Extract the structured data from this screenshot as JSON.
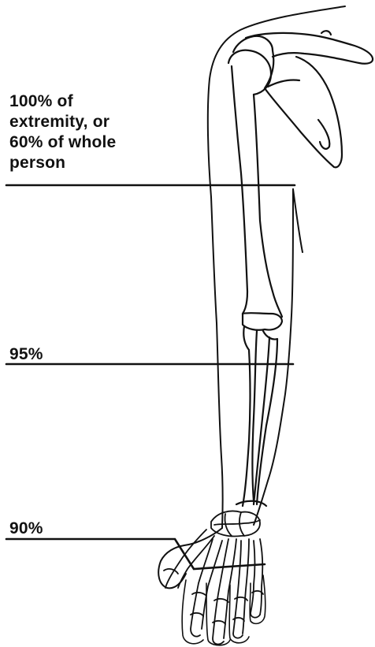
{
  "labels": {
    "amputation_shoulder": {
      "line1": "100% of",
      "line2": "extremity, or",
      "line3": "60% of whole",
      "line4": "person"
    },
    "amputation_elbow": "95%",
    "amputation_wrist": "90%"
  },
  "colors": {
    "ink": "#111111",
    "background": "#ffffff"
  }
}
